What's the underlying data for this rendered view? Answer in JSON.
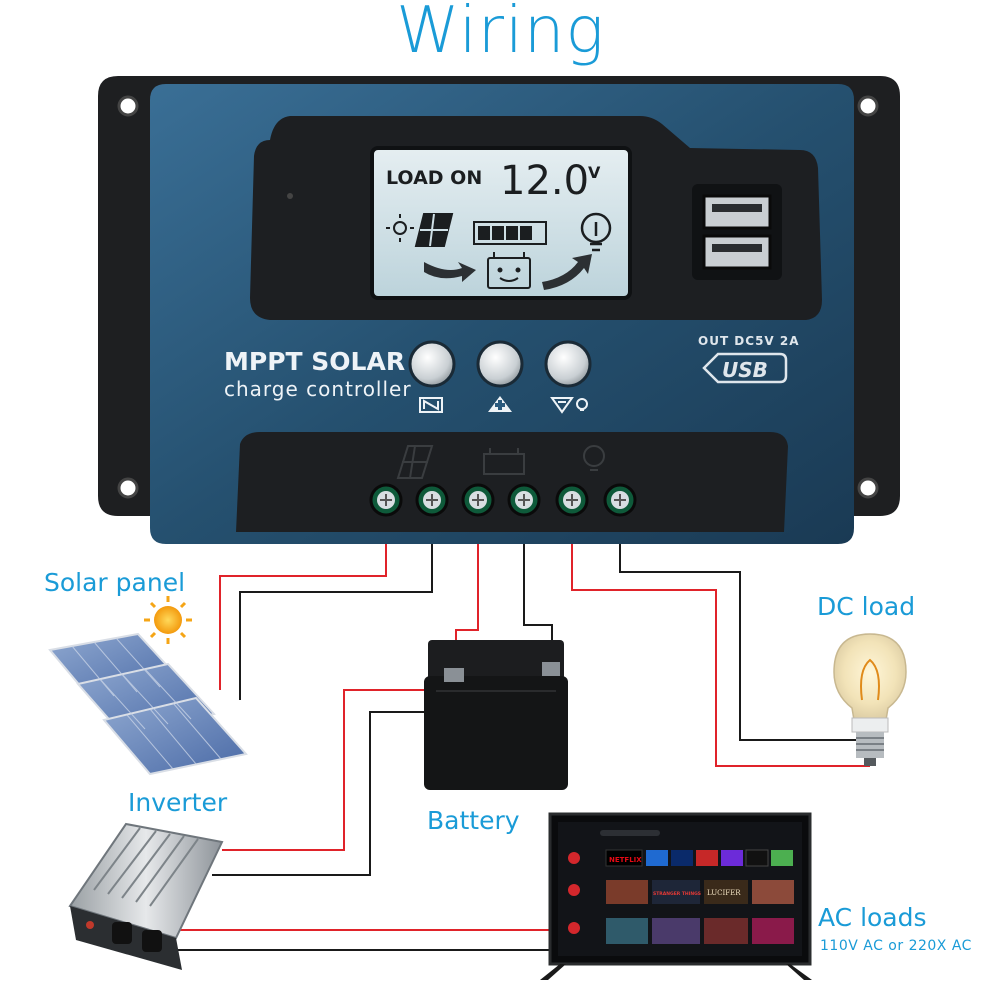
{
  "title": "Wiring",
  "controller": {
    "brand_line1": "MPPT SOLAR",
    "brand_line2": "charge controller",
    "lcd": {
      "status": "LOAD ON",
      "voltage": "12.0",
      "unit": "V"
    },
    "usb_spec": "OUT DC5V 2A",
    "usb_label": "USB",
    "buttons": [
      "menu",
      "plus",
      "minus-load"
    ],
    "terminals": 6
  },
  "components": {
    "solar_panel": "Solar panel",
    "dc_load": "DC load",
    "inverter": "Inverter",
    "battery": "Battery",
    "ac_loads": "AC loads",
    "ac_loads_sub": "110V AC or 220X AC"
  },
  "tv": {
    "app_tiles": [
      "NETFLIX",
      "STRANGER THINGS",
      "LUCIFER"
    ]
  },
  "colors": {
    "accent": "#1a9bd7",
    "wire_positive": "#e0232a",
    "wire_negative": "#1a1a1a",
    "controller_body": "#2a5a7e",
    "lcd_screen": "#cfe0e6",
    "terminal": "#1b8a5a"
  }
}
